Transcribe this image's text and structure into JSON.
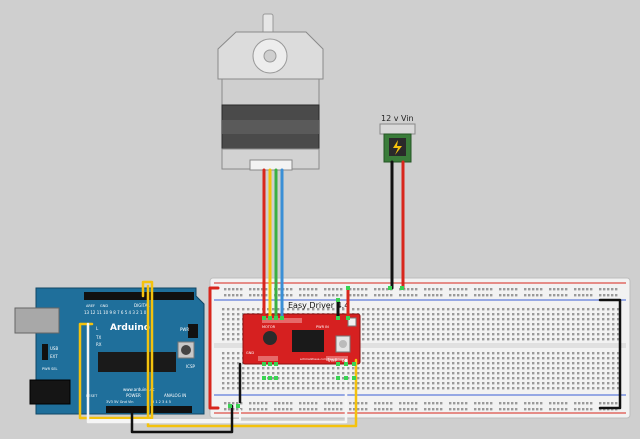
{
  "labels": {
    "power_label": "12 v Vin",
    "driver_title": "Easy Driver 4.4",
    "arduino_logo": "Arduino",
    "arduino_url": "www.arduino.cc",
    "digital_label": "DIGITAL",
    "analog_label": "ANALOG IN",
    "power_header_label": "POWER",
    "pwr_label": "PWR",
    "icsp_label": "ICSP",
    "aref_label": "AREF",
    "gnd_label": "GND",
    "tx_label": "TX",
    "rx_label": "RX",
    "l_label": "L",
    "reset_label": "RESET",
    "pwr_sel_label": "PWR SEL",
    "usb_label": "USB",
    "ext_label": "EXT",
    "power_pins_label": "3V3 5V Gnd Vin",
    "analog_pins_label": "0 1 2 3 4 5",
    "digital_numbers": "13 12 11 10 9 8 7 6 5 4 3 2 1 0",
    "driver_dir": "DIR",
    "driver_step": "STEP",
    "driver_gnd": "GND",
    "driver_motor": "MOTOR",
    "driver_pwr": "PWR IN",
    "driver_url": "schmalzhaus.com/EasyDriver"
  },
  "colors": {
    "background": "#cfcfcf",
    "arduino_board": "#1f6f9b",
    "driver_board": "#d62020",
    "breadboard": "#f2f2f2",
    "wire_red": "#d8261c",
    "wire_black": "#111111",
    "wire_green": "#3cb043",
    "wire_blue": "#3a8fd6",
    "wire_yellow": "#f4c20d",
    "wire_white": "#f5f5f5"
  }
}
